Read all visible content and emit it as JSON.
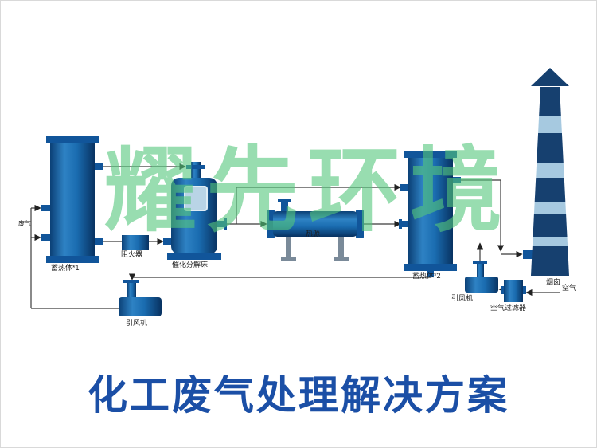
{
  "title": {
    "text": "化工废气处理解决方案"
  },
  "watermark": {
    "text": "耀先环境"
  },
  "equipment_labels": {
    "waste_gas": "废气",
    "regenerator_1": "蓄热体*1",
    "flame_arrester": "阻火器",
    "catalytic_bed": "催化分解床",
    "heat_source": "热源",
    "regenerator_2": "蓄热体*2",
    "induced_fan_1": "引风机",
    "induced_fan_2": "引风机",
    "air_filter": "空气过滤器",
    "air": "空气",
    "chimney": "烟囱"
  },
  "colors": {
    "vessel_blue": "#1a6cb0",
    "vessel_dark": "#0b4076",
    "chimney_navy": "#16406f",
    "chimney_stripe": "#a6c9e0",
    "watermark_green": "#55c77c",
    "title_blue": "#1b4fa6",
    "pipe_line": "#3b3b3b"
  }
}
